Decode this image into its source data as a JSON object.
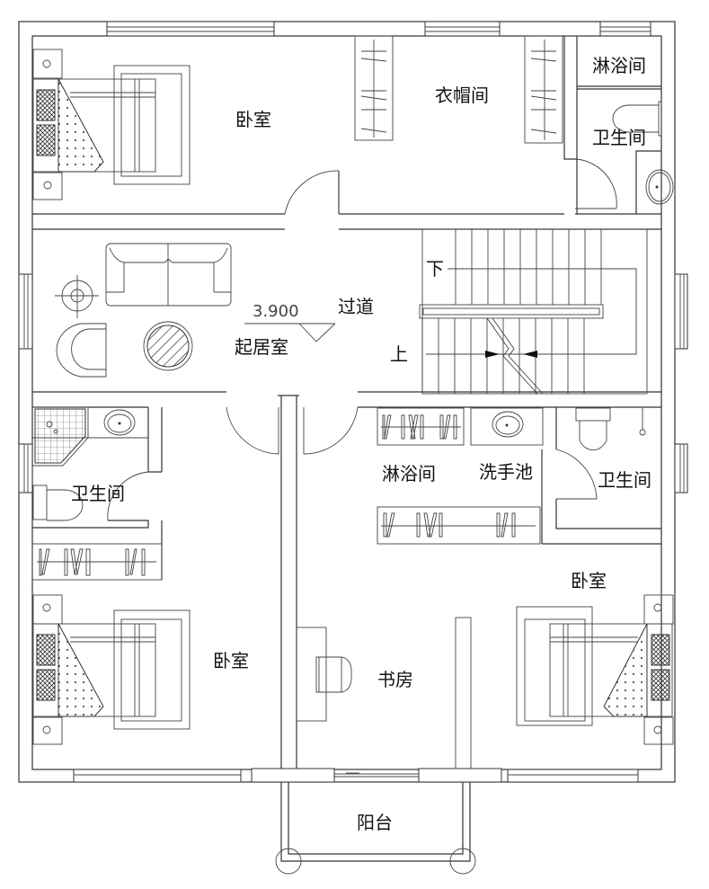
{
  "drawing": {
    "type": "floor-plan",
    "line_color": "#333333",
    "background": "#ffffff"
  },
  "rooms": {
    "bedroom_top": "卧室",
    "cloakroom": "衣帽间",
    "shower_top": "淋浴间",
    "bathroom_top": "卫生间",
    "living": "起居室",
    "corridor": "过道",
    "bathroom_left": "卫生间",
    "shower_mid": "淋浴间",
    "washbasin": "洗手池",
    "bathroom_right": "卫生间",
    "bedroom_right": "卧室",
    "bedroom_left": "卧室",
    "study": "书房",
    "balcony": "阳台"
  },
  "stairs": {
    "down_label": "下",
    "up_label": "上"
  },
  "elevation": {
    "value": "3.900"
  }
}
